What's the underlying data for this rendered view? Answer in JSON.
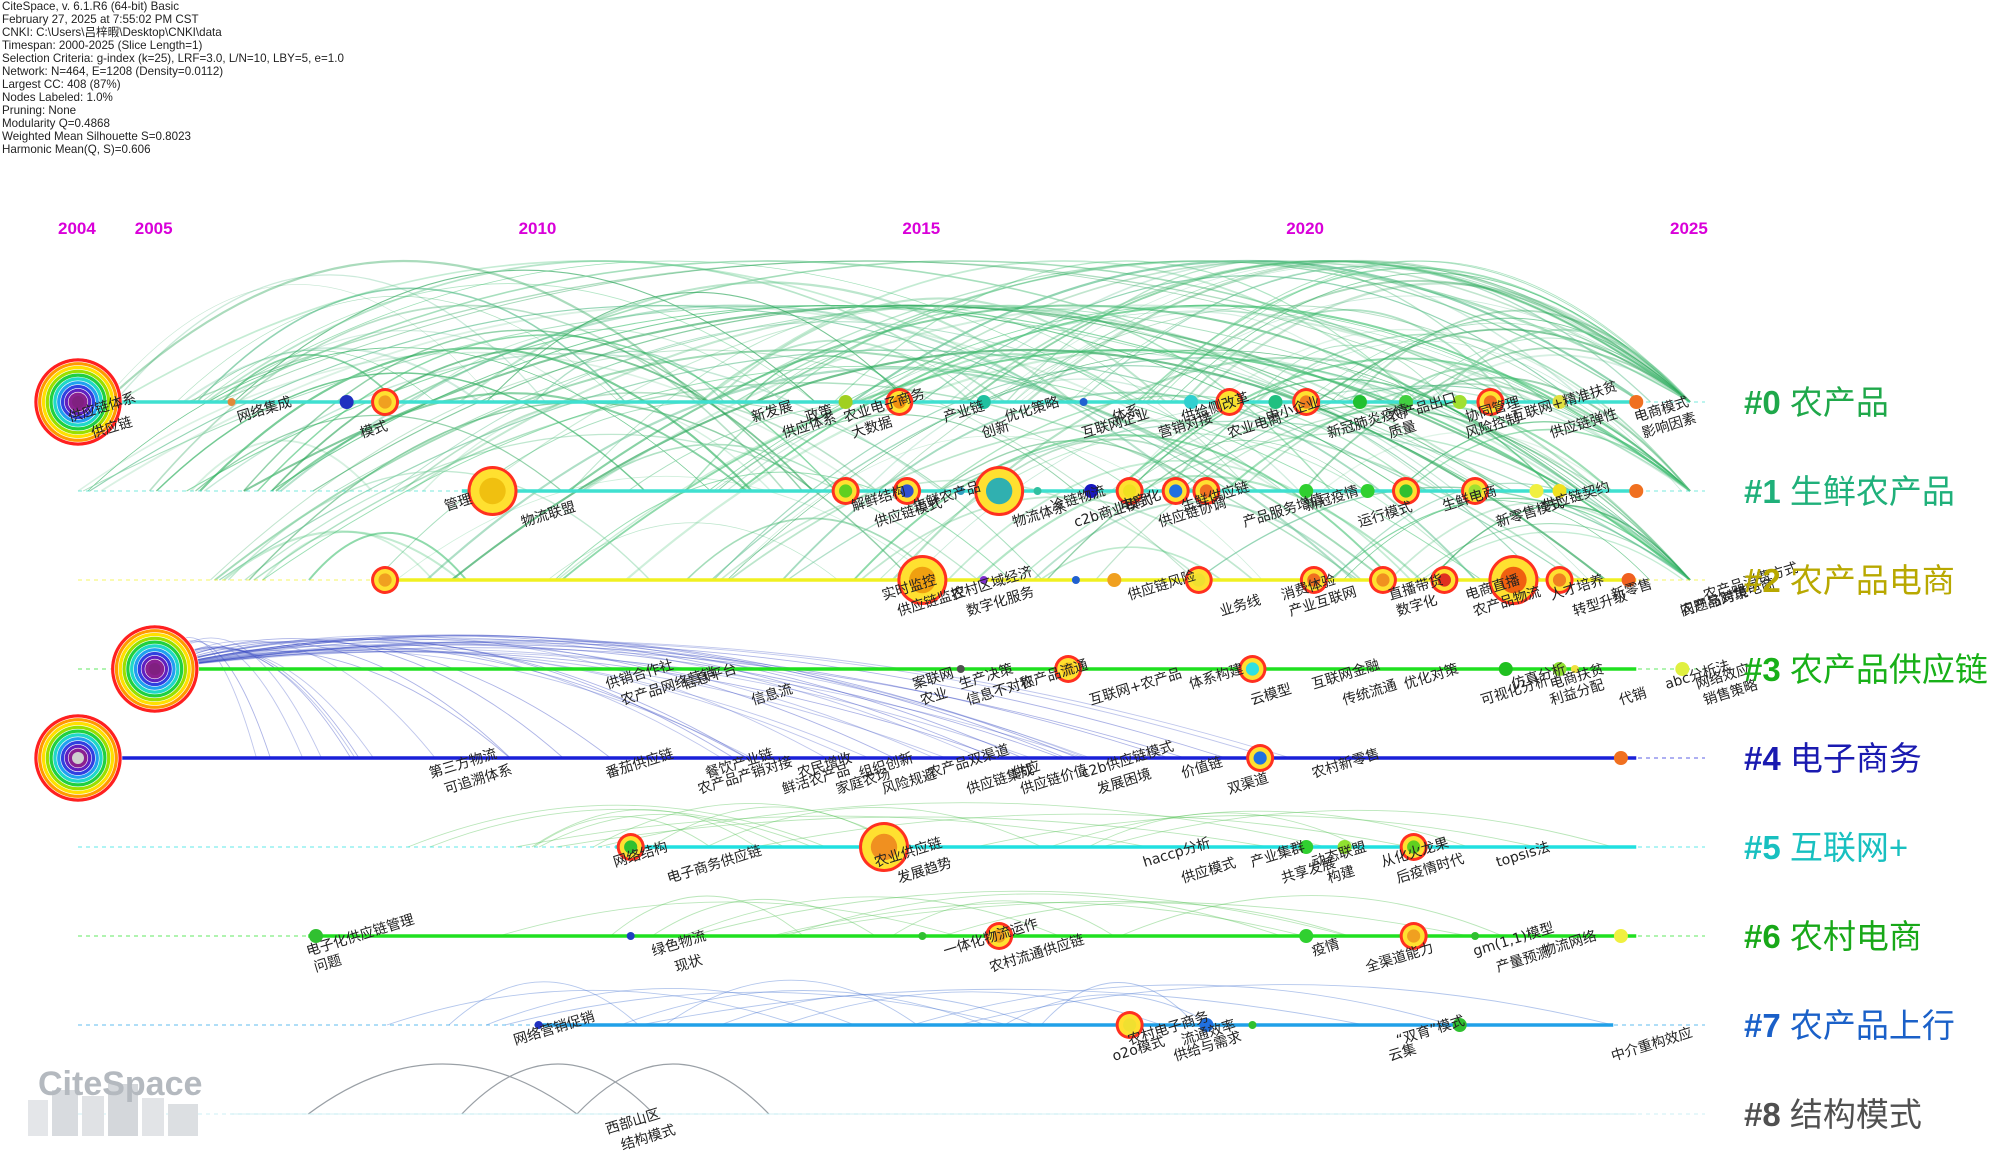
{
  "meta": {
    "lines": [
      "CiteSpace, v. 6.1.R6 (64-bit) Basic",
      "February 27, 2025 at 7:55:02 PM CST",
      "CNKI: C:\\Users\\吕梓暇\\Desktop\\CNKI\\data",
      "Timespan: 2000-2025 (Slice Length=1)",
      "Selection Criteria: g-index (k=25), LRF=3.0, L/N=10, LBY=5, e=1.0",
      "Network: N=464, E=1208 (Density=0.0112)",
      "Largest CC: 408 (87%)",
      "Nodes Labeled: 1.0%",
      "Pruning: None",
      "Modularity Q=0.4868",
      "Weighted Mean Silhouette S=0.8023",
      "Harmonic Mean(Q, S)=0.606"
    ]
  },
  "years": [
    {
      "label": "2004",
      "year": 2004
    },
    {
      "label": "2005",
      "year": 2005
    },
    {
      "label": "2010",
      "year": 2010
    },
    {
      "label": "2015",
      "year": 2015
    },
    {
      "label": "2020",
      "year": 2020
    },
    {
      "label": "2025",
      "year": 2025
    }
  ],
  "logo": {
    "text": "CiteSpace"
  },
  "clusters": [
    {
      "id": "#0",
      "name": "农产品",
      "color": "#1fa84a",
      "line": "#3fe0d0",
      "start": 2004,
      "end": 2025,
      "nodes": [
        [
          2004,
          "big",
          0
        ],
        [
          2006,
          "xs",
          "#e08a3a"
        ],
        [
          2007.5,
          "s",
          "#2030c0"
        ],
        [
          2008,
          "m",
          "#f0a020"
        ],
        [
          2014,
          "s",
          "#a0d020"
        ],
        [
          2014.7,
          "m",
          "#f09010"
        ],
        [
          2015.8,
          "s",
          "#20c0a0"
        ],
        [
          2017.1,
          "xs",
          "#2060d0"
        ],
        [
          2018.5,
          "s",
          "#30d0d0"
        ],
        [
          2019,
          "m",
          "#f0e030"
        ],
        [
          2019.6,
          "s",
          "#20c080"
        ],
        [
          2020,
          "m",
          "#f08020"
        ],
        [
          2020.7,
          "s",
          "#20c030"
        ],
        [
          2021.3,
          "s",
          "#40d040"
        ],
        [
          2022,
          "s",
          "#a0e030"
        ],
        [
          2022.4,
          "m",
          "#f07020"
        ],
        [
          2023.3,
          "s",
          "#e0e040"
        ],
        [
          2024.3,
          "s",
          "#f07020"
        ]
      ],
      "labels": [
        [
          2004,
          "供应链体系"
        ],
        [
          2004.3,
          "供应链"
        ],
        [
          2006.2,
          "网络集成"
        ],
        [
          2007.8,
          "模式"
        ],
        [
          2012.9,
          "新发展"
        ],
        [
          2013.3,
          "供应体系"
        ],
        [
          2013.6,
          "政策"
        ],
        [
          214.2,
          ""
        ],
        [
          2014.1,
          "农业电子商务"
        ],
        [
          2014.2,
          "大数据"
        ],
        [
          2015.4,
          "产业链"
        ],
        [
          2015.9,
          "创新"
        ],
        [
          2016.2,
          "优化策略"
        ],
        [
          2017.2,
          "互联网企业"
        ],
        [
          2017.6,
          "体系"
        ],
        [
          2018.2,
          "营销对接"
        ],
        [
          2018.5,
          "供给侧改革"
        ],
        [
          2019.1,
          "农业电商"
        ],
        [
          2019.6,
          "中小企业"
        ],
        [
          2020.4,
          "新冠肺炎疫情"
        ],
        [
          2021.2,
          "农产品出口"
        ],
        [
          2021.2,
          "质量"
        ],
        [
          2022.2,
          "协同管理"
        ],
        [
          2022.2,
          "风险控制"
        ],
        [
          2022.8,
          "互联网+精准扶贫"
        ],
        [
          2023.3,
          "供应链弹性"
        ],
        [
          2024.4,
          "电商模式"
        ],
        [
          2024.5,
          "影响因素"
        ]
      ]
    },
    {
      "id": "#1",
      "name": "生鲜农产品",
      "color": "#1fb07a",
      "line": "#3fe0d0",
      "start": 2009,
      "end": 2025,
      "nodes": [
        [
          2009.4,
          "lg",
          "#f0c010"
        ],
        [
          2014,
          "m",
          "#60d020"
        ],
        [
          2014.8,
          "m",
          "#3050d0"
        ],
        [
          2015.5,
          "xs",
          "#30a0c0"
        ],
        [
          2016,
          "lg",
          "#30b0b0"
        ],
        [
          2016.5,
          "xs",
          "#30c0a0"
        ],
        [
          2017.2,
          "s",
          "#1818c0"
        ],
        [
          2017.7,
          "m",
          "#f0e020"
        ],
        [
          2018.3,
          "m",
          "#2070e0"
        ],
        [
          2018.7,
          "m",
          "#f07020"
        ],
        [
          2020,
          "s",
          "#30d030"
        ],
        [
          2020.8,
          "s",
          "#30d030"
        ],
        [
          2021.3,
          "m",
          "#30c030"
        ],
        [
          2022.2,
          "m",
          "#a0e030"
        ],
        [
          2023,
          "s",
          "#f0f040"
        ],
        [
          2023.3,
          "s",
          "#f0e020"
        ],
        [
          2024.3,
          "s",
          "#f07020"
        ]
      ],
      "labels": [
        [
          2008.9,
          "管理"
        ],
        [
          2009.9,
          "物流联盟"
        ],
        [
          2014.2,
          "解鲜结构"
        ],
        [
          2014.5,
          "供应链模式"
        ],
        [
          2015,
          "生鲜农产品"
        ],
        [
          2016.3,
          "物流体系"
        ],
        [
          2016.8,
          "冷链物流"
        ],
        [
          2017.1,
          "c2b商业模式"
        ],
        [
          2017.7,
          "电商化"
        ],
        [
          2018.2,
          "供应链协调"
        ],
        [
          2018.5,
          "生鲜供应链"
        ],
        [
          2019.3,
          "产品服务增值"
        ],
        [
          2020.1,
          "新冠疫情"
        ],
        [
          2020.8,
          "运行模式"
        ],
        [
          2021.9,
          "生鲜电商"
        ],
        [
          2022.6,
          "新零售模式"
        ],
        [
          2023.2,
          "供应链契约"
        ]
      ]
    },
    {
      "id": "#2",
      "name": "农产品电商",
      "color": "#b8a800",
      "line": "#f0f020",
      "start": 2008,
      "end": 2025,
      "nodes": [
        [
          2008,
          "m",
          "#f0a020"
        ],
        [
          2015,
          "lg",
          "#f0a010"
        ],
        [
          2015.8,
          "xs",
          "#8030d0"
        ],
        [
          2017,
          "xs",
          "#2060d0"
        ],
        [
          2017.5,
          "s",
          "#f0a020"
        ],
        [
          2018.6,
          "m",
          "#f0e030"
        ],
        [
          2020.1,
          "m",
          "#f07020"
        ],
        [
          2021,
          "m",
          "#f09020"
        ],
        [
          2021.8,
          "m",
          "#e03020"
        ],
        [
          2022.7,
          "lg",
          "#f06010"
        ],
        [
          2023.3,
          "m",
          "#f08020"
        ],
        [
          2024.2,
          "s",
          "#f06020"
        ]
      ],
      "labels": [
        [
          2014.6,
          "实时监控"
        ],
        [
          2014.8,
          "供应链监控"
        ],
        [
          2015.5,
          "农村区域经济"
        ],
        [
          2015.7,
          "数字化服务"
        ],
        [
          2017.8,
          "供应链风险"
        ],
        [
          2019,
          "业务线"
        ],
        [
          2019.8,
          "消费体验"
        ],
        [
          2019.9,
          "产业互联网"
        ],
        [
          2021.2,
          "直播带货"
        ],
        [
          2021.3,
          "数字化"
        ],
        [
          2022.2,
          "电商直播"
        ],
        [
          2022.3,
          "农产品物流"
        ],
        [
          2023.3,
          "人才培养"
        ],
        [
          2023.6,
          "转型升级"
        ],
        [
          2024.1,
          "新零售"
        ],
        [
          2025,
          "农产品跨境电商"
        ],
        [
          2025.3,
          "农产品消费方式"
        ],
        [
          2025,
          "问题与对策"
        ]
      ]
    },
    {
      "id": "#3",
      "name": "农产品供应链",
      "color": "#18b018",
      "line": "#20e020",
      "start": 2005,
      "end": 2025,
      "nodes": [
        [
          2005,
          "big",
          0
        ],
        [
          2015.5,
          "xs",
          "#505050"
        ],
        [
          2016.9,
          "m",
          "#f0c020"
        ],
        [
          2019.3,
          "m",
          "#30e0e0"
        ],
        [
          2022.6,
          "s",
          "#20c020"
        ],
        [
          2023.3,
          "s",
          "#90e030"
        ],
        [
          2023.5,
          "xs",
          "#f0e040"
        ],
        [
          2024.9,
          "s",
          "#e0f040"
        ]
      ],
      "labels": [
        [
          2011,
          "供销合作社"
        ],
        [
          2011.2,
          "农产品网络营销"
        ],
        [
          2012,
          "信息平台"
        ],
        [
          2012.9,
          "信息流"
        ],
        [
          2015,
          "案联网"
        ],
        [
          2015.1,
          "农业"
        ],
        [
          2015.6,
          "生产决策"
        ],
        [
          2015.7,
          "信息不对称"
        ],
        [
          2016.4,
          "农产品流通"
        ],
        [
          2017.3,
          "互联网+农产品"
        ],
        [
          2018.6,
          "体系构建"
        ],
        [
          2019.4,
          "云模型"
        ],
        [
          2020.2,
          "互联网金融"
        ],
        [
          2020.6,
          "传统流通"
        ],
        [
          2021.4,
          "优化对策"
        ],
        [
          2022.4,
          "可视化分析"
        ],
        [
          2022.8,
          "仿真分析"
        ],
        [
          2023.3,
          "利益分配"
        ],
        [
          2023.3,
          "电商扶贫"
        ],
        [
          2024.2,
          "代销"
        ],
        [
          2024.8,
          "abc分析法"
        ],
        [
          2025.3,
          "销售策略"
        ],
        [
          2025.2,
          "网络效应"
        ]
      ]
    },
    {
      "id": "#4",
      "name": "电子商务",
      "color": "#1a1ab0",
      "line": "#1a20d8",
      "start": 2004,
      "end": 2025,
      "nodes": [
        [
          2004,
          "big",
          1
        ],
        [
          2019.4,
          "m",
          "#2070e0"
        ],
        [
          2024.1,
          "s",
          "#f07020"
        ]
      ],
      "labels": [
        [
          2008.7,
          "第三方物流"
        ],
        [
          2008.9,
          "可追溯体系"
        ],
        [
          2011,
          "番茄供应链"
        ],
        [
          2012.2,
          "农产品产销对接"
        ],
        [
          2012.3,
          "餐饮产业链"
        ],
        [
          2013.3,
          "鲜活农产品"
        ],
        [
          2013.5,
          "农民增收"
        ],
        [
          2014,
          "家庭农场"
        ],
        [
          2014.3,
          "组织创新"
        ],
        [
          2014.6,
          "风险规避"
        ],
        [
          2015.2,
          "农产品双渠道"
        ],
        [
          2015.7,
          "供应链集成"
        ],
        [
          2016.3,
          "供应"
        ],
        [
          2016.4,
          "供应链价值"
        ],
        [
          2017.2,
          "c2b供应链模式"
        ],
        [
          2017.4,
          "发展困境"
        ],
        [
          2018.5,
          "价值链"
        ],
        [
          2019.1,
          "双渠道"
        ],
        [
          2020.2,
          "农村新零售"
        ]
      ]
    },
    {
      "id": "#5",
      "name": "互联网+",
      "color": "#18c0c0",
      "line": "#20e0e0",
      "start": 2011,
      "end": 2025,
      "nodes": [
        [
          2011.2,
          "m",
          "#30c030"
        ],
        [
          2014.5,
          "lg",
          "#f09020"
        ],
        [
          2020,
          "s",
          "#30d030"
        ],
        [
          2020.5,
          "s",
          "#90e030"
        ],
        [
          2021.4,
          "m",
          "#60d020"
        ]
      ],
      "labels": [
        [
          2011.1,
          "网络结构"
        ],
        [
          2011.8,
          "电子商务供应链"
        ],
        [
          2014.5,
          "农业供应链"
        ],
        [
          2014.8,
          "发展趋势"
        ],
        [
          2018,
          "haccp分析"
        ],
        [
          2018.5,
          "供应模式"
        ],
        [
          2019.4,
          "产业集群"
        ],
        [
          2019.8,
          "共享发展"
        ],
        [
          2020.2,
          "动态联盟"
        ],
        [
          2020.4,
          "构建"
        ],
        [
          2021.1,
          "从化火龙果"
        ],
        [
          2021.3,
          "后疫情时代"
        ],
        [
          2022.6,
          "topsis法"
        ]
      ]
    },
    {
      "id": "#6",
      "name": "农村电商",
      "color": "#18a818",
      "line": "#20e020",
      "start": 2007,
      "end": 2025,
      "nodes": [
        [
          2007.1,
          "s",
          "#30c030"
        ],
        [
          2011.2,
          "xs",
          "#2040c0"
        ],
        [
          2015,
          "xs",
          "#30c030"
        ],
        [
          2016,
          "m",
          "#f0a020"
        ],
        [
          2020,
          "s",
          "#30d030"
        ],
        [
          2021.4,
          "m",
          "#f0a020"
        ],
        [
          2022.2,
          "xs",
          "#30c030"
        ],
        [
          2024.1,
          "s",
          "#f0f040"
        ]
      ],
      "labels": [
        [
          2007.1,
          "电子化供应链管理"
        ],
        [
          2007.2,
          "问题"
        ],
        [
          2011.6,
          "绿色物流"
        ],
        [
          2011.9,
          "现状"
        ],
        [
          2015.4,
          "一体化物流运作"
        ],
        [
          2016,
          "农村流通供应链"
        ],
        [
          2020.2,
          "疫情"
        ],
        [
          2020.9,
          "全渠道能力"
        ],
        [
          2022.3,
          "gm(1,1)模型"
        ],
        [
          2022.6,
          "产量预测"
        ],
        [
          2023.2,
          "物流网络"
        ]
      ]
    },
    {
      "id": "#7",
      "name": "农产品上行",
      "color": "#1a60c8",
      "line": "#20a0e8",
      "start": 2010,
      "end": 2024,
      "nodes": [
        [
          2010,
          "xs",
          "#2030c0"
        ],
        [
          2017.7,
          "m",
          "#f0e030"
        ],
        [
          2018.7,
          "s",
          "#2070e0"
        ],
        [
          2019.3,
          "xs",
          "#30c030"
        ],
        [
          2022,
          "s",
          "#30c030"
        ]
      ],
      "labels": [
        [
          2009.8,
          "网络营销促销"
        ],
        [
          2017.6,
          "o2o模式"
        ],
        [
          2017.8,
          "农村电子商务"
        ],
        [
          2018.4,
          "供给与需求"
        ],
        [
          2018.5,
          "流通效率"
        ],
        [
          2021.2,
          "云集"
        ],
        [
          2021.3,
          "“双育”模式"
        ],
        [
          2024.1,
          "中介重构效应"
        ]
      ]
    },
    {
      "id": "#8",
      "name": "结构模式",
      "color": "#505050",
      "line": "#b8e8f0",
      "start": 2006,
      "end": 2025,
      "nodes": [],
      "labels": [
        [
          2011,
          "西部山区"
        ],
        [
          2011.2,
          "结构模式"
        ]
      ]
    }
  ]
}
